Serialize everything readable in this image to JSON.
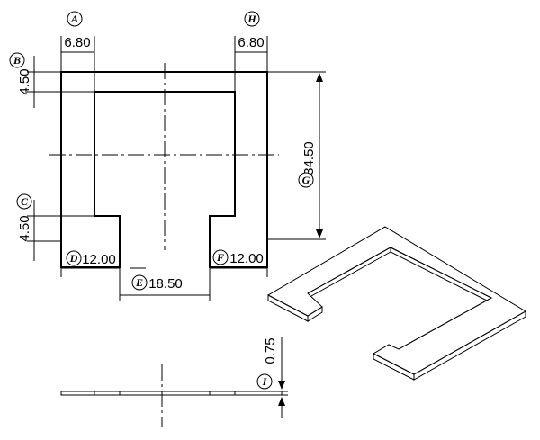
{
  "dimensions": {
    "A": {
      "letter": "A",
      "value": "6.80"
    },
    "H": {
      "letter": "H",
      "value": "6.80"
    },
    "B": {
      "letter": "B",
      "value": "4.50"
    },
    "C": {
      "letter": "C",
      "value": "4.50"
    },
    "D": {
      "letter": "D",
      "value": "12.00"
    },
    "F": {
      "letter": "F",
      "value": "12.00"
    },
    "E": {
      "letter": "E",
      "value": "18.50"
    },
    "G": {
      "letter": "G",
      "value": "34.50"
    },
    "I": {
      "letter": "I",
      "value": "0.75"
    }
  }
}
